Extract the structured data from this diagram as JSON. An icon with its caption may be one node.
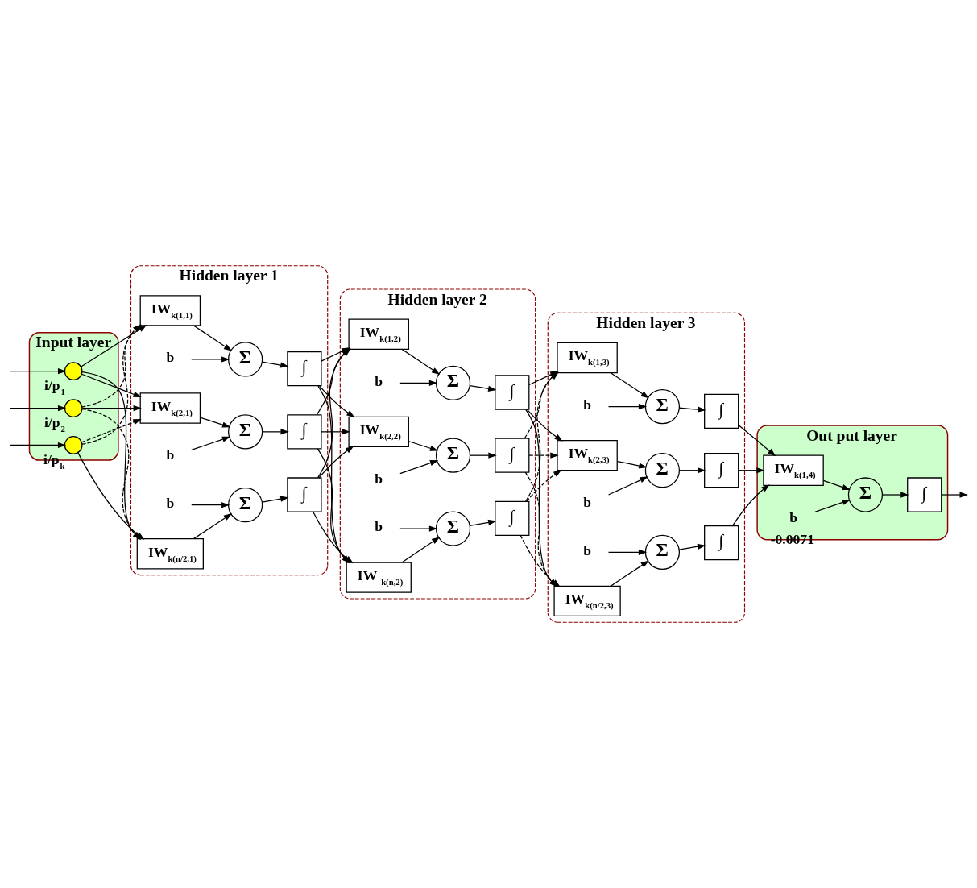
{
  "diagram": {
    "nodes": [
      {
        "text": [
          "Input layer"
        ]
      },
      {
        "text": [],
        "shape": "circle",
        "in": 0,
        "beside": [
          "i/p$_{1}$"
        ]
      },
      {
        "text": [],
        "shape": "circle",
        "in": 0,
        "beside": [
          "i/p$_{2}$"
        ]
      },
      {
        "text": [],
        "shape": "circle",
        "in": 0,
        "beside": [
          "i/p$_{k}$"
        ]
      },
      {
        "text": [
          "Hidden layer 1"
        ]
      },
      {
        "text": [
          "IW$_{k(1,1)}$"
        ],
        "in": 4
      },
      {
        "text": [
          "Σ"
        ],
        "in": 4
      },
      {
        "text": [
          "∫"
        ],
        "in": 4
      },
      {
        "text": [
          "b"
        ],
        "in": 4
      },
      {
        "text": [
          "IW$_{k(2,1)}$"
        ],
        "in": 4
      },
      {
        "text": [
          "Σ"
        ],
        "in": 4
      },
      {
        "text": [
          "∫"
        ],
        "in": 4
      },
      {
        "text": [
          "b"
        ],
        "in": 4
      },
      {
        "text": [
          "b"
        ],
        "in": 4
      },
      {
        "text": [
          "Σ"
        ],
        "in": 4
      },
      {
        "text": [
          "∫"
        ],
        "in": 4
      },
      {
        "text": [
          "IW$_{k(n/2,1)}$"
        ],
        "in": 4
      },
      {
        "text": [
          "Hidden layer 2"
        ]
      },
      {
        "text": [
          "IW$_{k(1,2)}$"
        ],
        "in": 17
      },
      {
        "text": [
          "Σ"
        ],
        "in": 17
      },
      {
        "text": [
          "∫"
        ],
        "in": 17
      },
      {
        "text": [
          "b"
        ],
        "in": 17
      },
      {
        "text": [
          "IW$_{k(2,2)}$"
        ],
        "in": 17
      },
      {
        "text": [
          "Σ"
        ],
        "in": 17
      },
      {
        "text": [
          "∫"
        ],
        "in": 17
      },
      {
        "text": [
          "b"
        ],
        "in": 17
      },
      {
        "text": [
          "b"
        ],
        "in": 17
      },
      {
        "text": [
          "Σ"
        ],
        "in": 17
      },
      {
        "text": [
          "∫"
        ],
        "in": 17
      },
      {
        "text": [
          "IW $_{k(n,2)}$"
        ],
        "in": 17
      },
      {
        "text": [
          "Hidden layer 3"
        ]
      },
      {
        "text": [
          "IW$_{k(1,3)}$"
        ],
        "in": 30
      },
      {
        "text": [
          "Σ"
        ],
        "in": 30
      },
      {
        "text": [
          "∫"
        ],
        "in": 30
      },
      {
        "text": [
          "b"
        ],
        "in": 30
      },
      {
        "text": [
          "IW$_{k(2,3)}$"
        ],
        "in": 30
      },
      {
        "text": [
          "Σ"
        ],
        "in": 30
      },
      {
        "text": [
          "∫"
        ],
        "in": 30
      },
      {
        "text": [
          "b"
        ],
        "in": 30
      },
      {
        "text": [
          "b"
        ],
        "in": 30
      },
      {
        "text": [
          "Σ"
        ],
        "in": 30
      },
      {
        "text": [
          "∫"
        ],
        "in": 30
      },
      {
        "text": [
          "IW$_{k(n/2,3)}$"
        ],
        "in": 30
      },
      {
        "text": [
          "Out put layer"
        ]
      },
      {
        "text": [
          "IW$_{k(1,4)}$"
        ],
        "in": 43
      },
      {
        "text": [
          "Σ"
        ],
        "in": 43
      },
      {
        "text": [
          "∫"
        ],
        "in": 43
      },
      {
        "text": [
          "b"
        ],
        "in": 43,
        "beside": [
          "-0.0071"
        ]
      }
    ],
    "edges": [
      {
        "from": null,
        "to": 1,
        "arrow": "to"
      },
      {
        "from": null,
        "to": 2,
        "arrow": "to"
      },
      {
        "from": null,
        "to": 3,
        "arrow": "to"
      },
      {
        "from": 1,
        "to": 5,
        "arrow": "to"
      },
      {
        "from": 1,
        "to": 9,
        "arrow": "to"
      },
      {
        "from": 1,
        "to": 16,
        "arrow": "to"
      },
      {
        "from": 2,
        "to": 5,
        "arrow": "to",
        "style": "dashed"
      },
      {
        "from": 2,
        "to": 9,
        "arrow": "to"
      },
      {
        "from": 2,
        "to": 16,
        "arrow": "to",
        "style": "dashed"
      },
      {
        "from": 3,
        "to": 5,
        "arrow": "to",
        "style": "dashed"
      },
      {
        "from": 3,
        "to": 9,
        "arrow": "to",
        "style": "dashed"
      },
      {
        "from": 3,
        "to": 16,
        "arrow": "to"
      },
      {
        "from": 5,
        "to": 6,
        "arrow": "to"
      },
      {
        "from": 8,
        "to": 6,
        "arrow": "to"
      },
      {
        "from": 6,
        "to": 7,
        "arrow": "to"
      },
      {
        "from": 9,
        "to": 10,
        "arrow": "to"
      },
      {
        "from": 12,
        "to": 10,
        "arrow": "to"
      },
      {
        "from": 10,
        "to": 11,
        "arrow": "to"
      },
      {
        "from": 13,
        "to": 14,
        "arrow": "to"
      },
      {
        "from": 16,
        "to": 14,
        "arrow": "to"
      },
      {
        "from": 14,
        "to": 15,
        "arrow": "to"
      },
      {
        "from": 7,
        "to": 18,
        "arrow": "to"
      },
      {
        "from": 7,
        "to": 22,
        "arrow": "to"
      },
      {
        "from": 7,
        "to": 29,
        "arrow": "to"
      },
      {
        "from": 11,
        "to": 18,
        "arrow": "to"
      },
      {
        "from": 11,
        "to": 22,
        "arrow": "to"
      },
      {
        "from": 11,
        "to": 29,
        "arrow": "to"
      },
      {
        "from": 15,
        "to": 18,
        "arrow": "to"
      },
      {
        "from": 15,
        "to": 22,
        "arrow": "to"
      },
      {
        "from": 15,
        "to": 29,
        "arrow": "to"
      },
      {
        "from": 18,
        "to": 19,
        "arrow": "to"
      },
      {
        "from": 21,
        "to": 19,
        "arrow": "to"
      },
      {
        "from": 19,
        "to": 20,
        "arrow": "to"
      },
      {
        "from": 22,
        "to": 23,
        "arrow": "to"
      },
      {
        "from": 25,
        "to": 23,
        "arrow": "to"
      },
      {
        "from": 23,
        "to": 24,
        "arrow": "to"
      },
      {
        "from": 26,
        "to": 27,
        "arrow": "to"
      },
      {
        "from": 29,
        "to": 27,
        "arrow": "to"
      },
      {
        "from": 27,
        "to": 28,
        "arrow": "to"
      },
      {
        "from": 20,
        "to": 31,
        "arrow": "to"
      },
      {
        "from": 20,
        "to": 35,
        "arrow": "to"
      },
      {
        "from": 20,
        "to": 42,
        "arrow": "to"
      },
      {
        "from": 24,
        "to": 31,
        "arrow": "to",
        "style": "dashed"
      },
      {
        "from": 24,
        "to": 35,
        "arrow": "to",
        "style": "dashed"
      },
      {
        "from": 24,
        "to": 42,
        "arrow": "to",
        "style": "dashed"
      },
      {
        "from": 28,
        "to": 31,
        "arrow": "to",
        "style": "dashed"
      },
      {
        "from": 28,
        "to": 35,
        "arrow": "to",
        "style": "dashed"
      },
      {
        "from": 28,
        "to": 42,
        "arrow": "to",
        "style": "dashed"
      },
      {
        "from": 31,
        "to": 32,
        "arrow": "to"
      },
      {
        "from": 34,
        "to": 32,
        "arrow": "to"
      },
      {
        "from": 32,
        "to": 33,
        "arrow": "to"
      },
      {
        "from": 35,
        "to": 36,
        "arrow": "to"
      },
      {
        "from": 38,
        "to": 36,
        "arrow": "to"
      },
      {
        "from": 36,
        "to": 37,
        "arrow": "to"
      },
      {
        "from": 39,
        "to": 40,
        "arrow": "to"
      },
      {
        "from": 42,
        "to": 40,
        "arrow": "to"
      },
      {
        "from": 40,
        "to": 41,
        "arrow": "to"
      },
      {
        "from": 33,
        "to": 44,
        "arrow": "to"
      },
      {
        "from": 37,
        "to": 44,
        "arrow": "to"
      },
      {
        "from": 41,
        "to": 44,
        "arrow": "to"
      },
      {
        "from": 44,
        "to": 45,
        "arrow": "to"
      },
      {
        "from": 47,
        "to": 45,
        "arrow": "to"
      },
      {
        "from": 45,
        "to": 46,
        "arrow": "to"
      },
      {
        "from": 46,
        "to": null,
        "arrow": "to"
      }
    ]
  }
}
